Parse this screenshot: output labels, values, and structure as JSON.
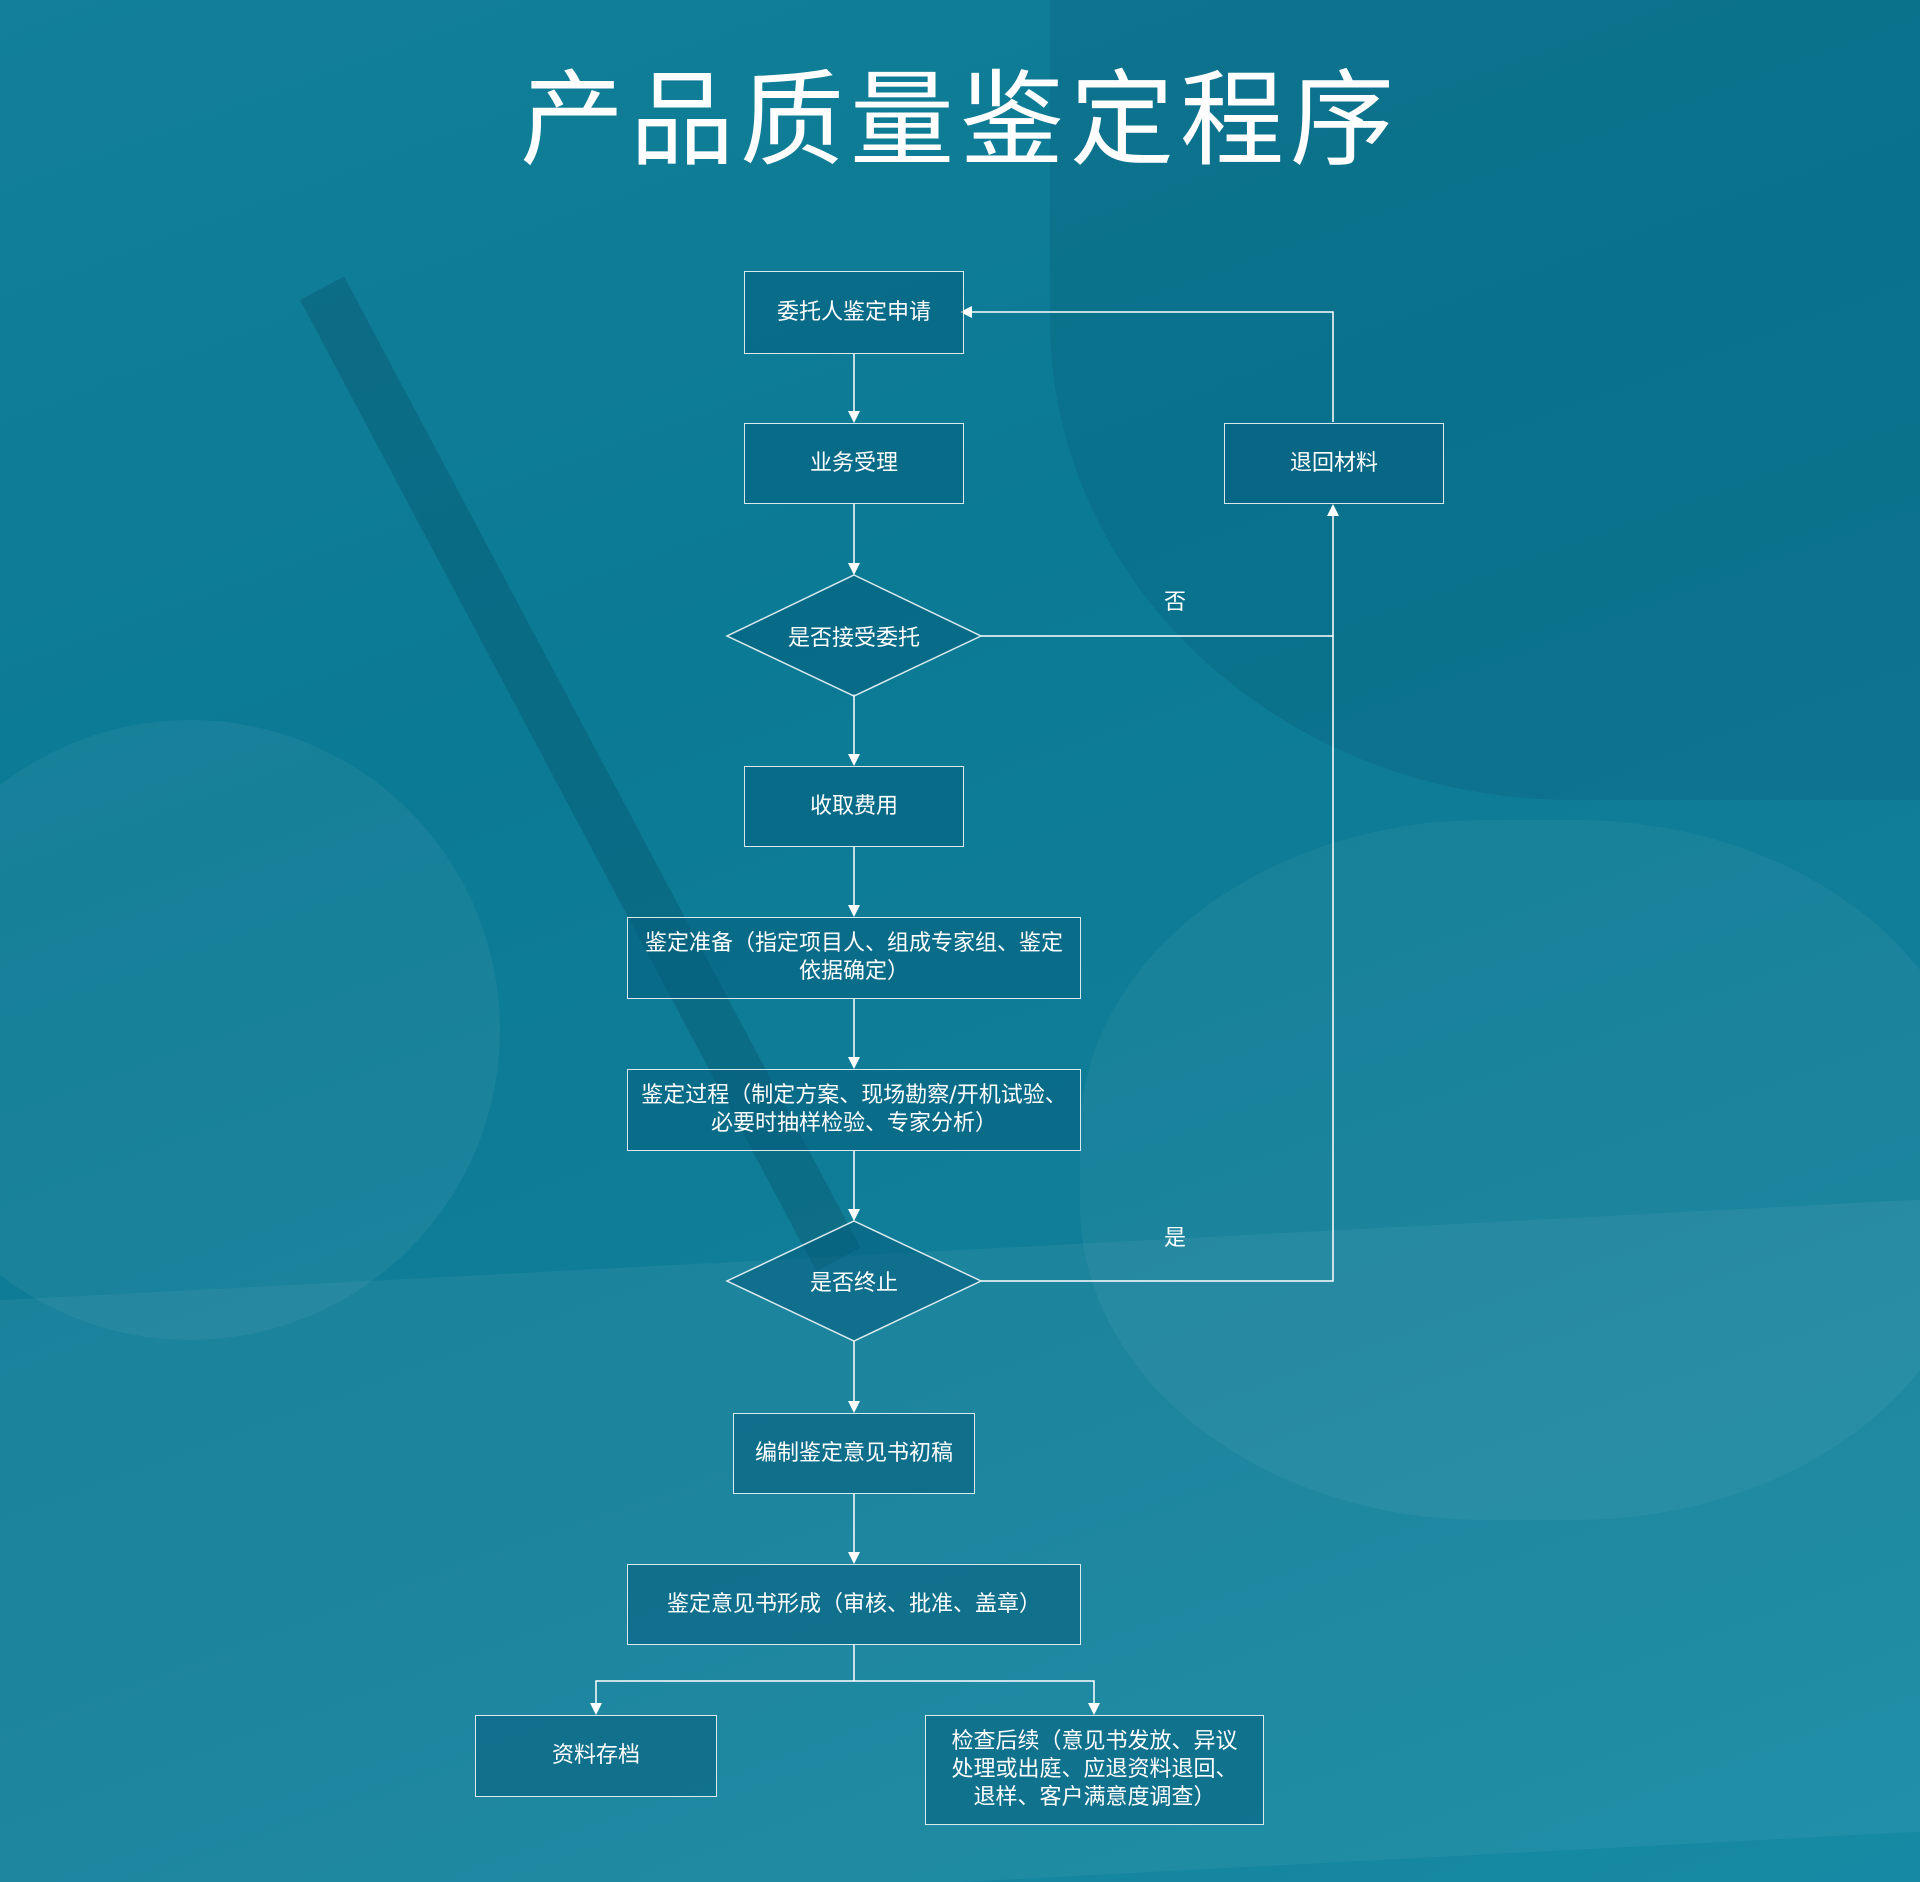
{
  "title": "产品质量鉴定程序",
  "colors": {
    "background": "#0f7f99",
    "box_fill": "#06607d",
    "line": "#ffffff"
  },
  "nodes": {
    "apply": "委托人鉴定申请",
    "accept_business": "业务受理",
    "return_materials": "退回材料",
    "decision_accept": "是否接受委托",
    "collect_fee": "收取费用",
    "prepare": "鉴定准备（指定项目人、组成专家组、鉴定依据确定）",
    "process": "鉴定过程（制定方案、现场勘察/开机试验、必要时抽样检验、专家分析）",
    "decision_terminate": "是否终止",
    "draft": "编制鉴定意见书初稿",
    "finalize": "鉴定意见书形成（审核、批准、盖章）",
    "archive": "资料存档",
    "followup": "检查后续（意见书发放、异议处理或出庭、应退资料退回、退样、客户满意度调查）"
  },
  "branch_labels": {
    "no": "否",
    "yes": "是"
  }
}
